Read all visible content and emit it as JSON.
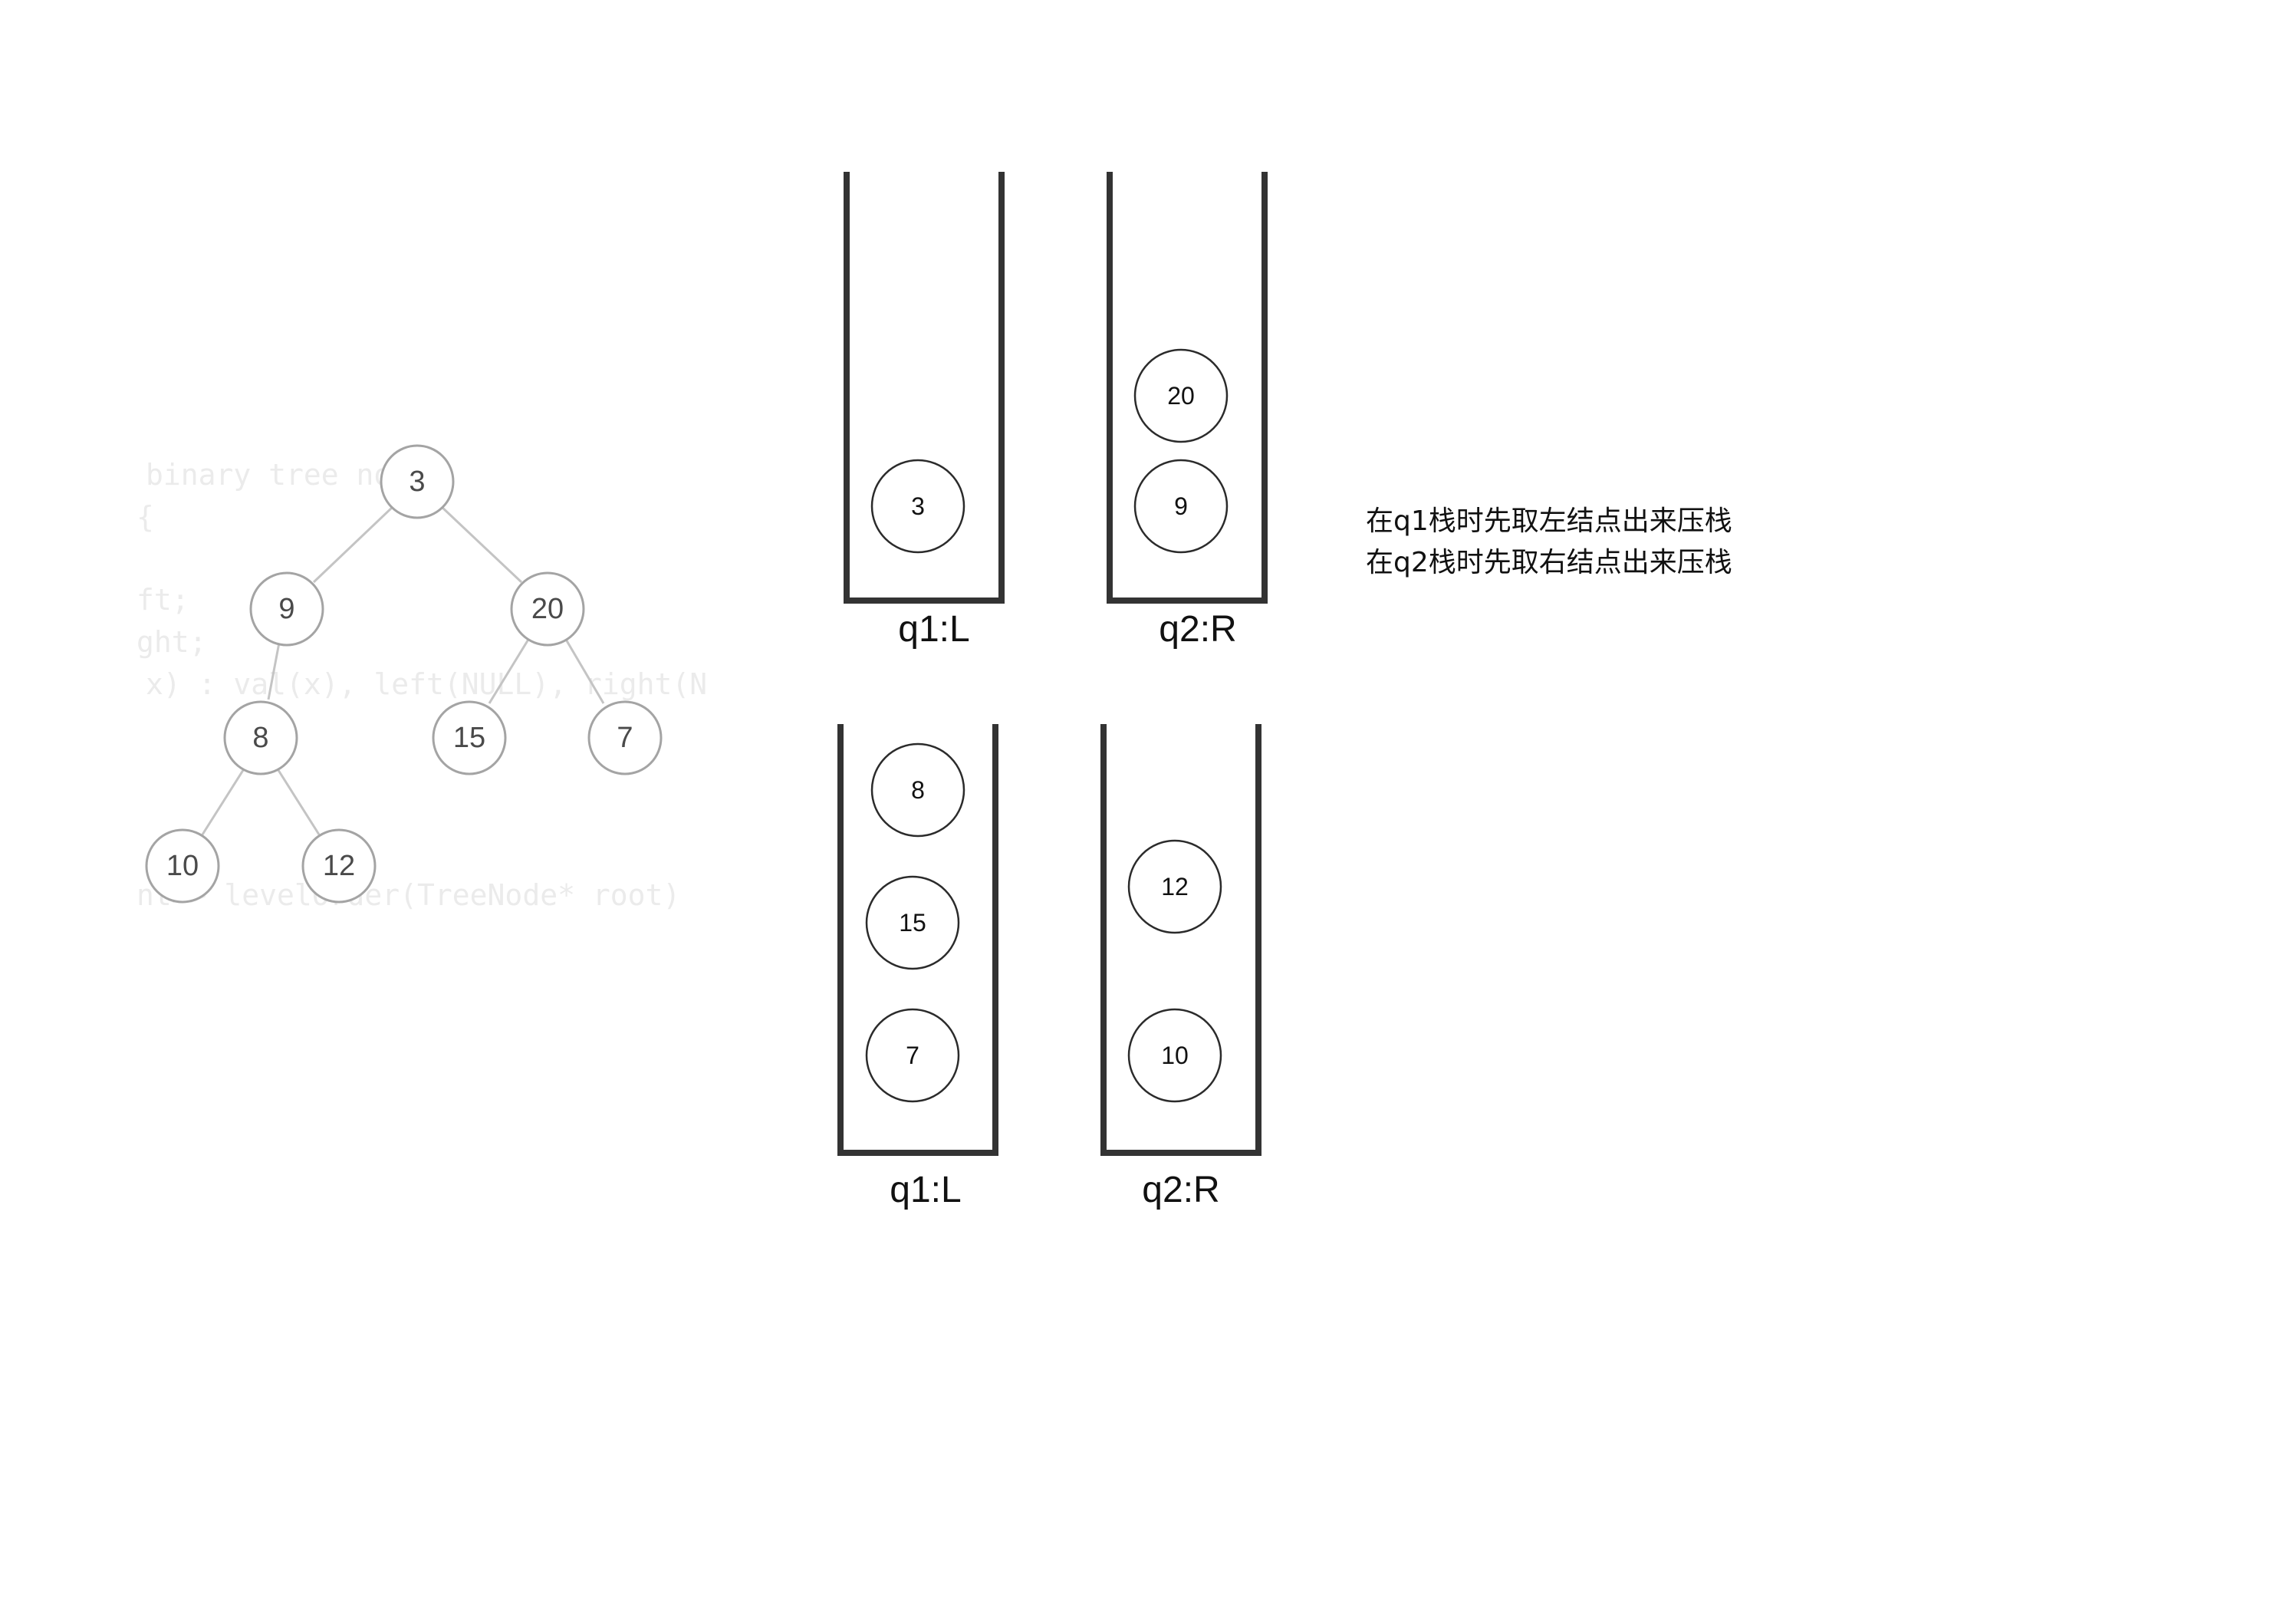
{
  "ghost_code_lines": [
    " binary tree node",
    "{",
    "ft;",
    "ght;",
    " x) : val(x), left(NULL), right(N",
    "nt>> levelOrder(TreeNode* root)"
  ],
  "tree": {
    "nodes": [
      {
        "id": "n3",
        "label": "3"
      },
      {
        "id": "n9",
        "label": "9"
      },
      {
        "id": "n20",
        "label": "20"
      },
      {
        "id": "n8",
        "label": "8"
      },
      {
        "id": "n15",
        "label": "15"
      },
      {
        "id": "n7",
        "label": "7"
      },
      {
        "id": "n10",
        "label": "10"
      },
      {
        "id": "n12",
        "label": "12"
      }
    ],
    "edges": [
      [
        "n3",
        "n9"
      ],
      [
        "n3",
        "n20"
      ],
      [
        "n9",
        "n8"
      ],
      [
        "n20",
        "n15"
      ],
      [
        "n20",
        "n7"
      ],
      [
        "n8",
        "n10"
      ],
      [
        "n8",
        "n12"
      ]
    ]
  },
  "stacks": [
    {
      "id": "top-q1",
      "label": "q1:L",
      "items": [
        "3"
      ]
    },
    {
      "id": "top-q2",
      "label": "q2:R",
      "items": [
        "20",
        "9"
      ]
    },
    {
      "id": "bottom-q1",
      "label": "q1:L",
      "items": [
        "8",
        "15",
        "7"
      ]
    },
    {
      "id": "bottom-q2",
      "label": "q2:R",
      "items": [
        "12",
        "10"
      ]
    }
  ],
  "notes": [
    "在q1栈时先取左结点出来压栈",
    "在q2栈时先取右结点出来压栈"
  ],
  "colors": {
    "stack_outline": "#333333",
    "tree_node_stroke": "#a4a4a4",
    "tree_edge": "#c4c4c4",
    "ghost_code": "#ebebeb"
  }
}
